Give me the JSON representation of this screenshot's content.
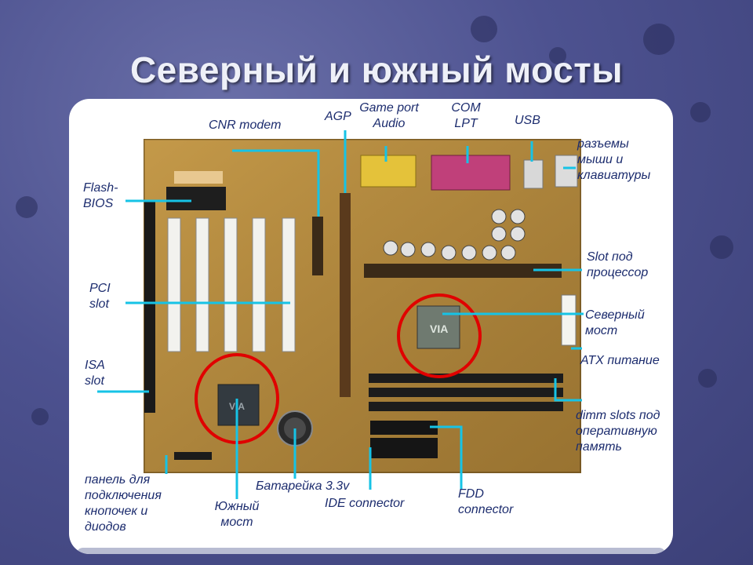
{
  "slide": {
    "title": "Северный и южный мосты"
  },
  "labels": {
    "cnr_modem": "CNR modem",
    "agp": "AGP",
    "game_port_audio": "Game port\nAudio",
    "com_lpt": "COM\nLPT",
    "usb": "USB",
    "ps2_ports": "разъемы\nмыши и\nклавиатуры",
    "flash_bios": "Flash-\nBIOS",
    "pci_slot": "PCI\nslot",
    "slot_cpu": "Slot под\nпроцессор",
    "north_bridge": "Северный\nмост",
    "atx_power": "ATX питание",
    "isa_slot": "ISA\nslot",
    "dimm_slots": "dimm slots под\nоперативную\nпамять",
    "front_panel": "панель для\nподключения\nкнопочек и\nдиодов",
    "south_bridge": "Южный\nмост",
    "battery": "Батарейка 3.3v",
    "ide_connector": "IDE connector",
    "fdd_connector": "FDD\nconnector"
  },
  "colors": {
    "background": "#4d5290",
    "title_text": "#eef0f8",
    "panel": "#ffffff",
    "label_text": "#1c2c6e",
    "leader_line": "#16c3e6",
    "highlight_ring": "#e00000",
    "board": "#b58a3c"
  }
}
